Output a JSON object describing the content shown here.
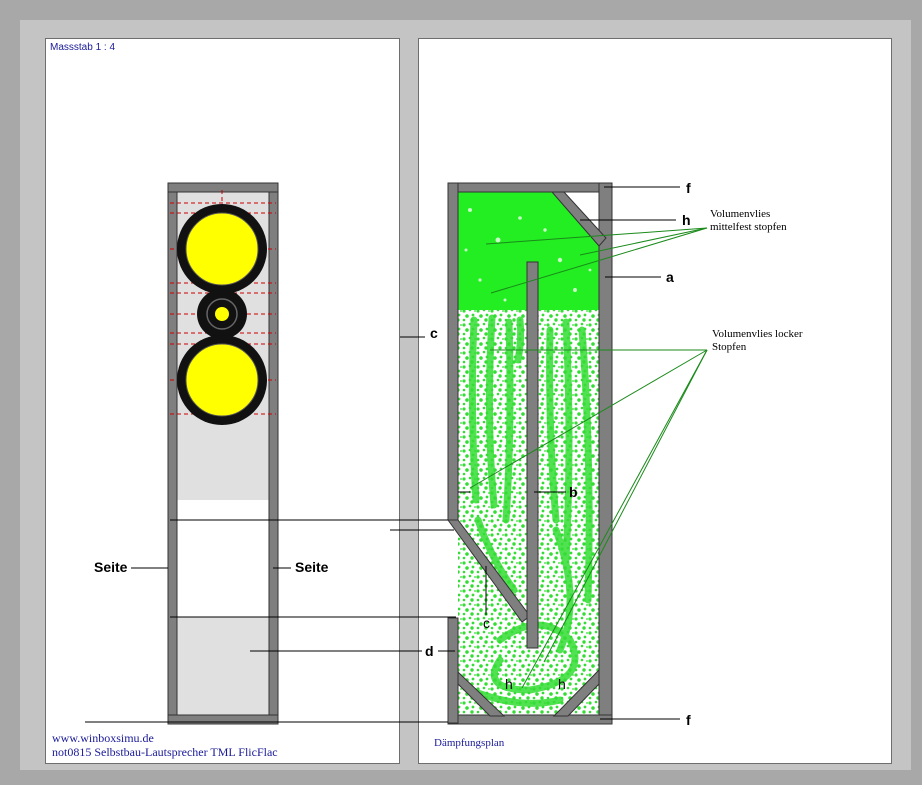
{
  "scale_label": "Massstab 1 : 4",
  "website": "www.winboxsimu.de",
  "project_title": "not0815 Selbstbau-Lautsprecher TML FlicFlac",
  "damping_plan_label": "Dämpfungsplan",
  "labels": {
    "seite_left": "Seite",
    "seite_right": "Seite",
    "c1": "c",
    "c2": "c",
    "d": "d",
    "f_top": "f",
    "f_bottom": "f",
    "h_top": "h",
    "h_bottom_left": "h",
    "h_bottom_right": "h",
    "a": "a",
    "b": "b"
  },
  "notes": {
    "firm_line1": "Volumenvlies",
    "firm_line2": "mittelfest stopfen",
    "loose_line1": "Volumenvlies locker",
    "loose_line2": "Stopfen"
  },
  "colors": {
    "background": "#a8a8a8",
    "panel": "#ffffff",
    "board": "#7f7f7f",
    "cabinet_fill": "#e0e0e0",
    "woofer_cone": "#ffff00",
    "driver_ring": "#111111",
    "dense_fill": "#22ee22",
    "loose_fill": "#33dd33",
    "leader": "#1a8a1a",
    "centerline": "#cc0000",
    "text_blue": "#1a1a99"
  },
  "drivers": [
    {
      "name": "woofer",
      "type": "woofer-icon"
    },
    {
      "name": "tweeter",
      "type": "tweeter-icon"
    },
    {
      "name": "woofer",
      "type": "woofer-icon"
    }
  ]
}
